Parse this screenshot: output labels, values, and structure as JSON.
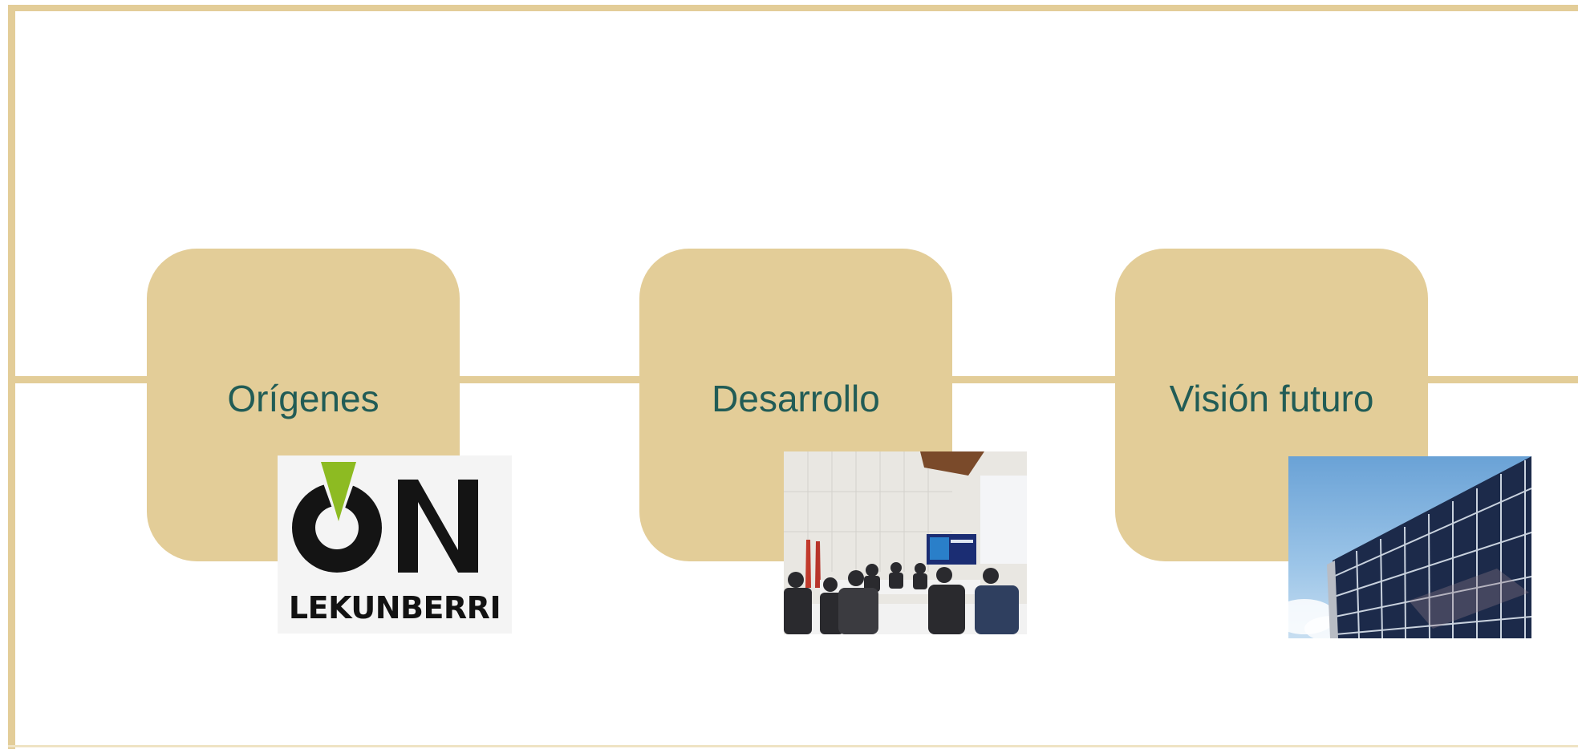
{
  "steps": [
    {
      "label": "Orígenes"
    },
    {
      "label": "Desarrollo"
    },
    {
      "label": "Visión futuro"
    }
  ],
  "images": {
    "logo": {
      "text": "LEKUNBERRI"
    }
  },
  "colors": {
    "accent": "#e3cd98",
    "label": "#215c56",
    "background": "#ffffff"
  }
}
